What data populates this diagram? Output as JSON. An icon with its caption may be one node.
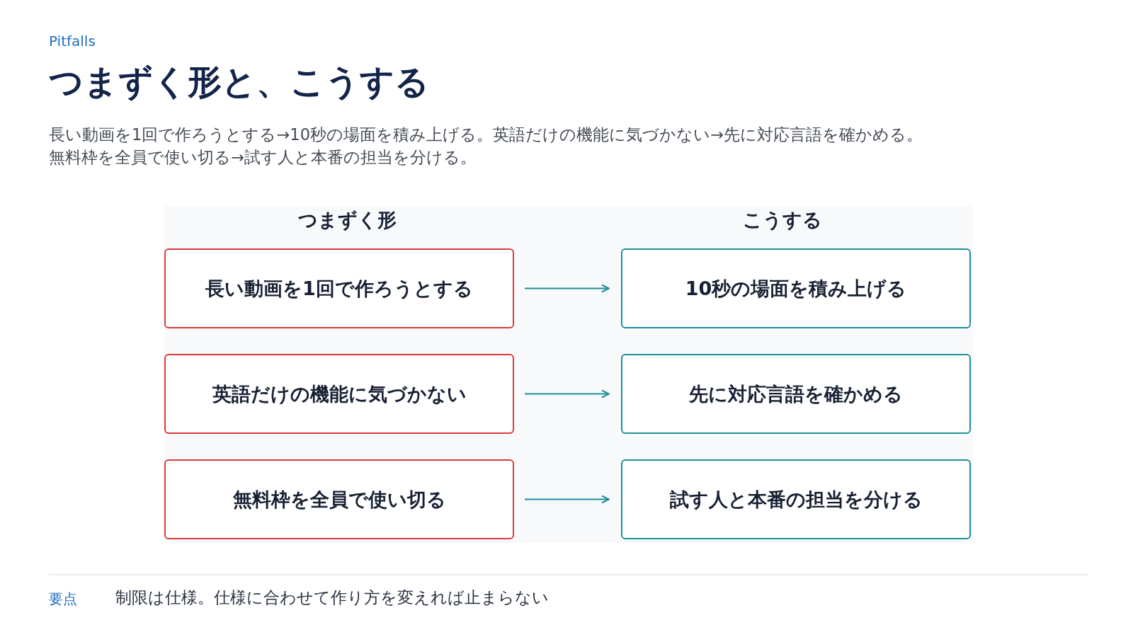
{
  "diagram": {
    "title": "つまずく形と、こうする",
    "nodes": [
      {
        "text": [
          "長い動画を1回で作ろうとする"
        ]
      },
      {
        "text": [
          "10秒の場面を積み上げる"
        ]
      },
      {
        "text": [
          "英語だけの機能に気づかない"
        ]
      },
      {
        "text": [
          "先に対応言語を確かめる"
        ]
      },
      {
        "text": [
          "無料枠を全員で使い切る"
        ]
      },
      {
        "text": [
          "試す人と本番の担当を分ける"
        ]
      }
    ],
    "edges": [
      {
        "from": 0,
        "to": 1,
        "arrow": "to"
      },
      {
        "from": 2,
        "to": 3,
        "arrow": "to"
      },
      {
        "from": 4,
        "to": 5,
        "arrow": "to"
      }
    ],
    "labels": [
      "Pitfalls",
      "長い動画を1回で作ろうとする→10秒の場面を積み上げる。英語だけの機能に気づかない→先に対応言語を確かめる。無料枠を全員で使い切る→試す人と本番の担当を分ける。",
      "つまずく形",
      "こうする",
      "要点",
      "制限は仕様。仕様に合わせて作り方を変えれば止まらない"
    ]
  }
}
